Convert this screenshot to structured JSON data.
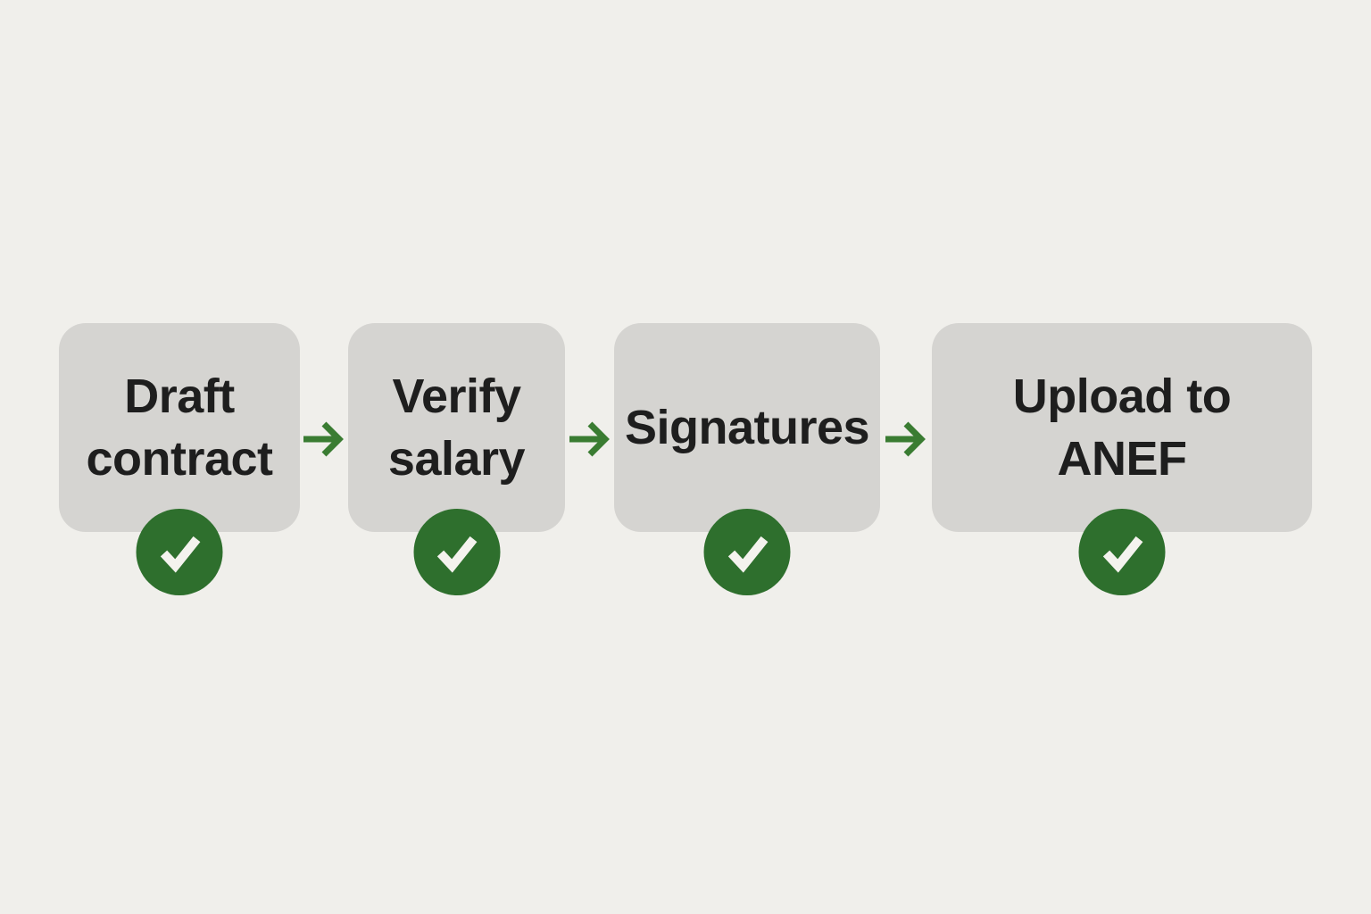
{
  "diagram": {
    "type": "flowchart",
    "direction": "left-to-right",
    "steps": [
      {
        "label": "Draft contract",
        "lines": [
          "Draft",
          "contract"
        ],
        "completed": true
      },
      {
        "label": "Verify salary",
        "lines": [
          "Verify",
          "salary"
        ],
        "completed": true
      },
      {
        "label": "Signatures",
        "lines": [
          "Signatures"
        ],
        "completed": true
      },
      {
        "label": "Upload to ANEF",
        "lines": [
          "Upload to",
          "ANEF"
        ],
        "completed": true
      }
    ],
    "connector": "right-arrow"
  },
  "icons": {
    "check": "checkmark-icon",
    "arrow": "arrow-right-icon"
  },
  "colors": {
    "background": "#f0efeb",
    "box": "#d5d4d1",
    "text": "#1e1e1e",
    "circle_green": "#2e6f2d",
    "arrow_green": "#3a7c32",
    "check_mark": "#f4f3ee"
  }
}
